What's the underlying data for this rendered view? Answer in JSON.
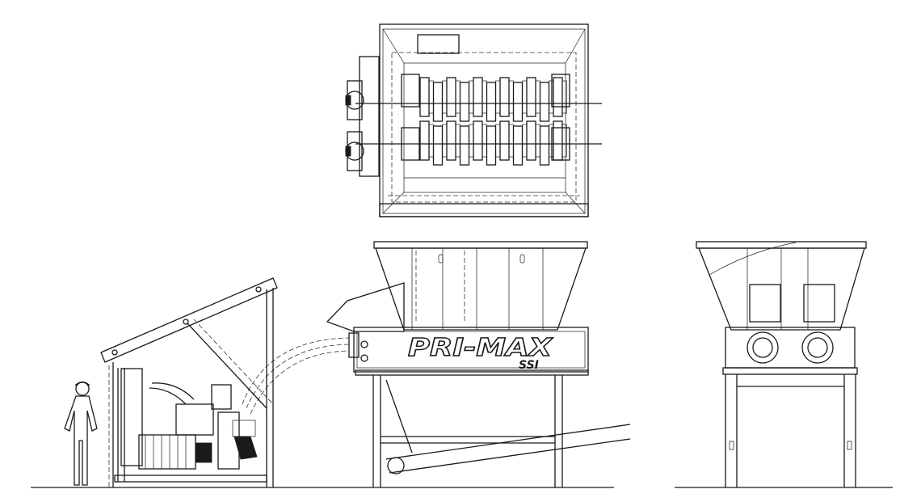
{
  "brand": {
    "product_name": "PRI-MAX",
    "maker_logo": "SSI"
  },
  "views": {
    "top": "top-plan-view",
    "front": "front-elevation-view",
    "side": "side-elevation-view"
  },
  "colors": {
    "line": "#1a1a1a",
    "background": "#ffffff"
  }
}
